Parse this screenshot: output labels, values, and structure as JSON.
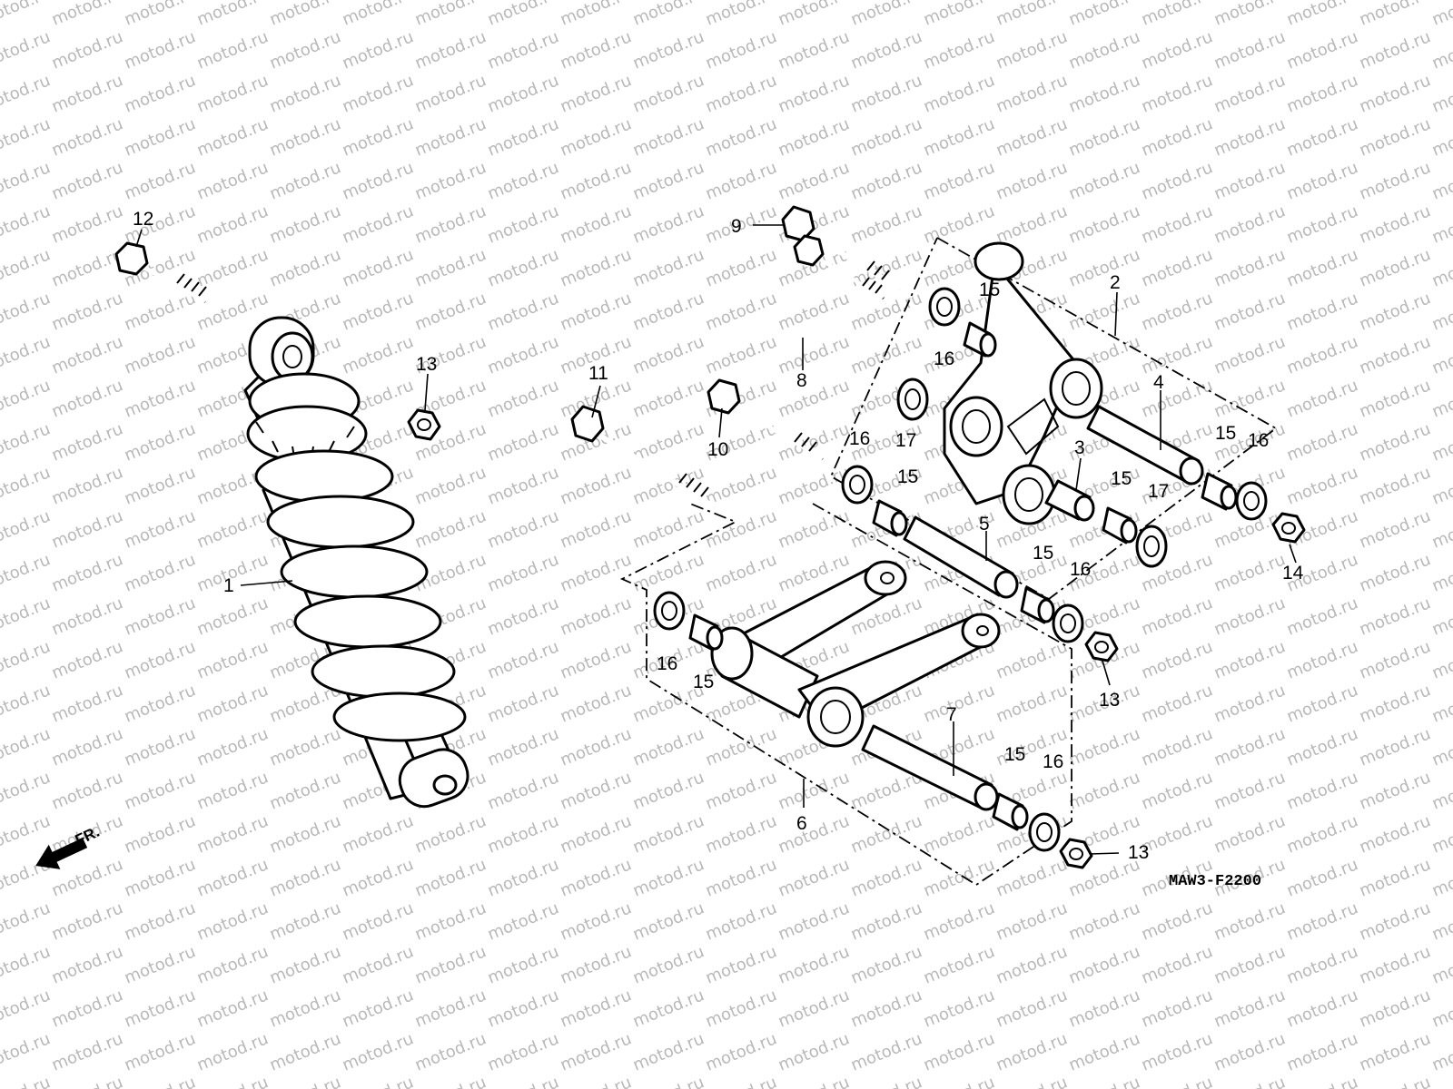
{
  "watermark": "motod.ru",
  "diagram_code": "MAW3-F2200",
  "front_arrow_label": "FR.",
  "callouts": {
    "c1": "1",
    "c2": "2",
    "c3": "3",
    "c4": "4",
    "c5": "5",
    "c6": "6",
    "c7": "7",
    "c8": "8",
    "c9": "9",
    "c10": "10",
    "c11": "11",
    "c12": "12",
    "c13a": "13",
    "c13b": "13",
    "c13c": "13",
    "c14": "14",
    "c15a": "15",
    "c15b": "15",
    "c15c": "15",
    "c15d": "15",
    "c15e": "15",
    "c15f": "15",
    "c15g": "15",
    "c16a": "16",
    "c16b": "16",
    "c16c": "16",
    "c16d": "16",
    "c16e": "16",
    "c17a": "17",
    "c17b": "17"
  },
  "colors": {
    "line": "#000000",
    "watermark": "#b8b8b8",
    "background": "#ffffff"
  }
}
